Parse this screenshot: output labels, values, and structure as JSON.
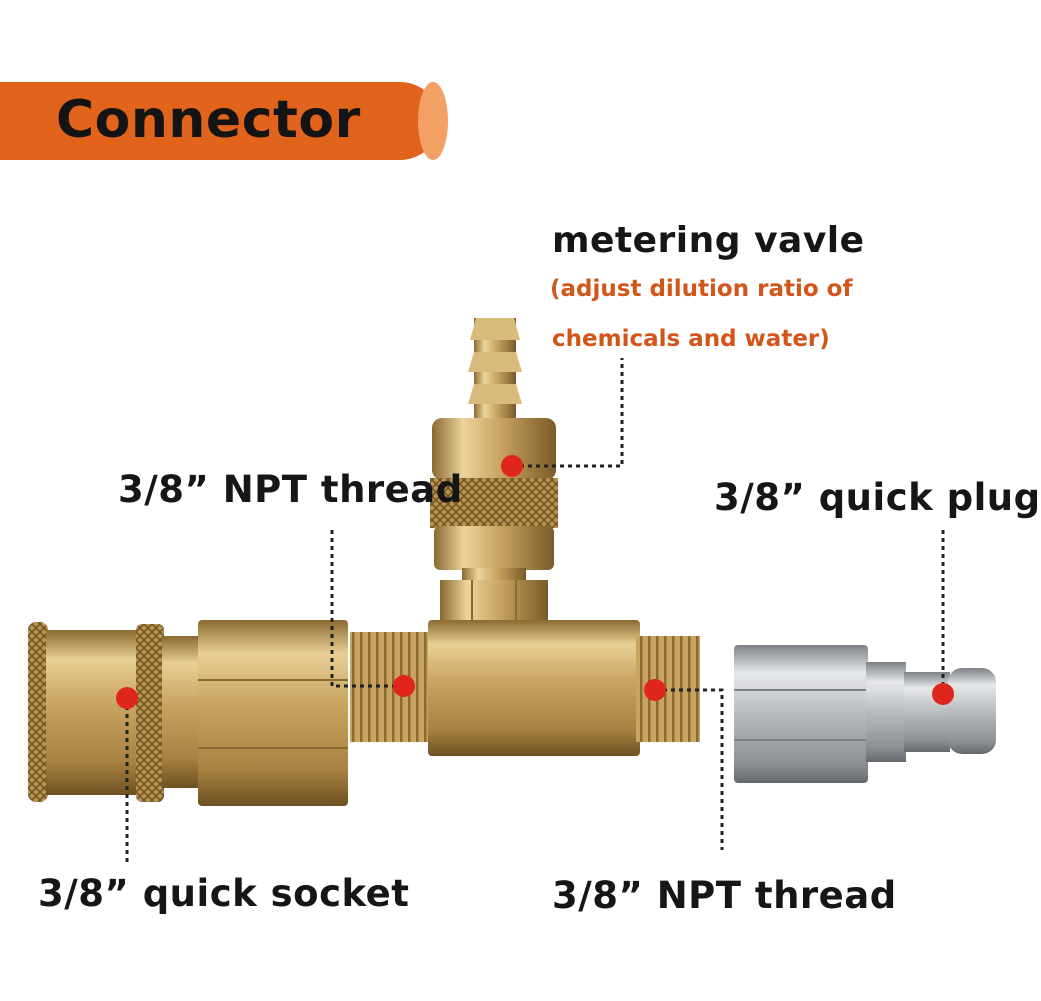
{
  "banner": {
    "title": "Connector",
    "color": "#e2631c"
  },
  "labels": {
    "metering_valve": "metering vavle",
    "metering_note_line1": "(adjust dilution ratio of",
    "metering_note_line2": "chemicals and water)",
    "npt_thread_top": "3/8” NPT thread",
    "quick_plug": "3/8” quick plug",
    "quick_socket": "3/8” quick socket",
    "npt_thread_bottom": "3/8” NPT thread"
  },
  "colors": {
    "brass": "#c9a461",
    "stainless": "#b9bcbf",
    "marker": "#e0261c",
    "note": "#d2561a"
  }
}
